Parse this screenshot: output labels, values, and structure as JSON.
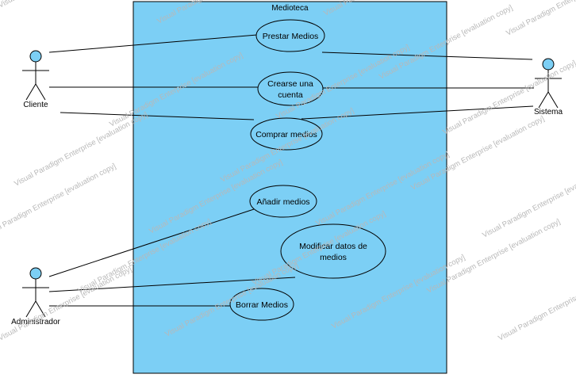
{
  "diagram": {
    "system": {
      "name": "Medioteca",
      "fill": "#7ccff5",
      "stroke": "#000000"
    },
    "use_cases": [
      {
        "id": "prestar",
        "lines": [
          "Prestar Medios"
        ]
      },
      {
        "id": "crearse",
        "lines": [
          "Crearse una",
          "cuenta"
        ]
      },
      {
        "id": "comprar",
        "lines": [
          "Comprar medios"
        ]
      },
      {
        "id": "anadir",
        "lines": [
          "Añadir medios"
        ]
      },
      {
        "id": "modificar",
        "lines": [
          "Modificar datos de",
          "medios"
        ]
      },
      {
        "id": "borrar",
        "lines": [
          "Borrar Medios"
        ]
      }
    ],
    "actors": [
      {
        "id": "cliente",
        "name": "Cliente",
        "head_color": "#7ccff5"
      },
      {
        "id": "sistema",
        "name": "Sistema",
        "head_color": "#7ccff5"
      },
      {
        "id": "administrador",
        "name": "Administrador",
        "head_color": "#7ccff5"
      }
    ],
    "associations": [
      {
        "actor": "cliente",
        "use_case": "prestar"
      },
      {
        "actor": "cliente",
        "use_case": "crearse"
      },
      {
        "actor": "cliente",
        "use_case": "comprar"
      },
      {
        "actor": "sistema",
        "use_case": "prestar"
      },
      {
        "actor": "sistema",
        "use_case": "crearse"
      },
      {
        "actor": "sistema",
        "use_case": "comprar"
      },
      {
        "actor": "administrador",
        "use_case": "anadir"
      },
      {
        "actor": "administrador",
        "use_case": "modificar"
      },
      {
        "actor": "administrador",
        "use_case": "borrar"
      }
    ],
    "watermark": "Visual Paradigm Enterprise [evaluation copy]"
  }
}
